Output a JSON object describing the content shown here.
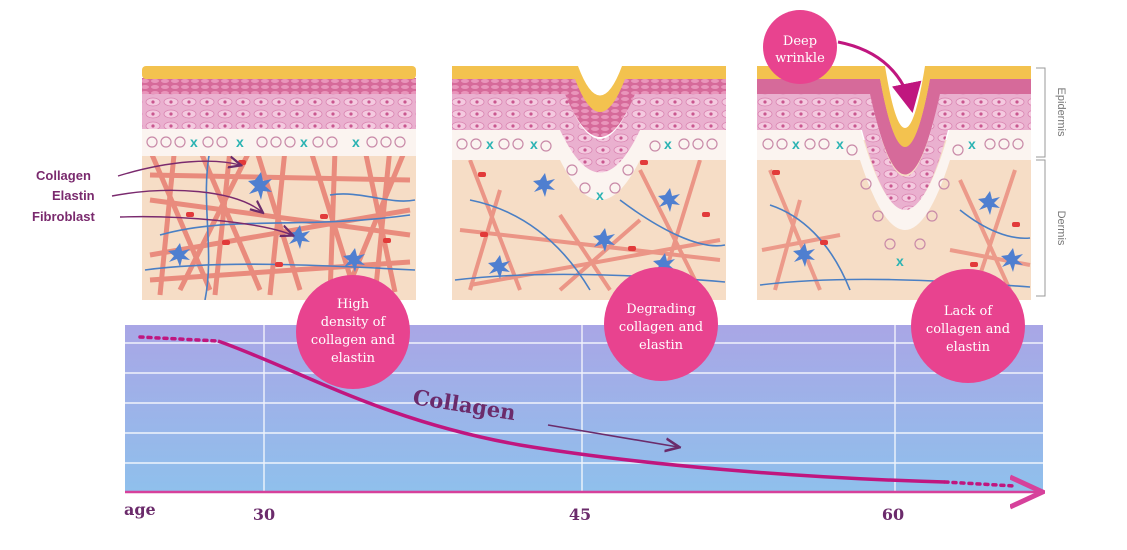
{
  "labels": {
    "collagen": "Collagen",
    "elastin": "Elastin",
    "fibroblast": "Fibroblast",
    "deep_wrinkle_line1": "Deep",
    "deep_wrinkle_line2": "wrinkle",
    "epidermis": "Epidermis",
    "dermis": "Dermis"
  },
  "stages": [
    {
      "lines": [
        "High",
        "density of",
        "collagen and",
        "elastin"
      ]
    },
    {
      "lines": [
        "Degrading",
        "collagen and",
        "elastin"
      ]
    },
    {
      "lines": [
        "Lack of",
        "collagen and",
        "elastin"
      ]
    }
  ],
  "chart": {
    "curve_label": "Collagen",
    "axis_label": "age",
    "ticks": [
      "30",
      "45",
      "60"
    ]
  },
  "colors": {
    "grid_bg": "#9bb4e8",
    "magenta": "#c0167f",
    "bubble": "#e8438f",
    "purple_text": "#6b2b6b",
    "skin_dermis": "#f6ddc6",
    "epidermis": "#e9a9c9",
    "surface": "#f3c24f",
    "collagen_fiber": "#e7776b",
    "elastin_fiber": "#4a7fc4",
    "fibroblast": "#4f7fd0"
  }
}
